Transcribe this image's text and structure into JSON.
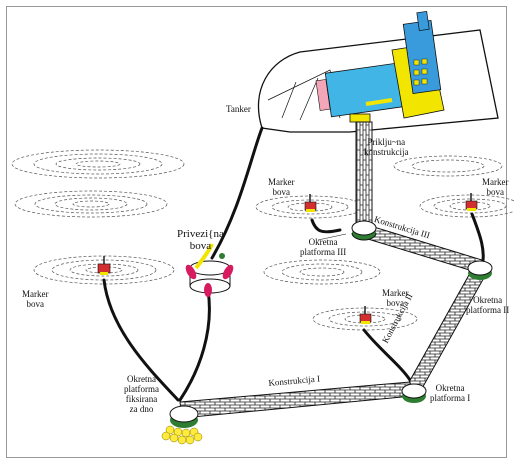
{
  "labels": {
    "tanker": "Tanker",
    "prikljucna": "Priklju~na\nkonstrukcija",
    "marker_bova_1": "Marker\nbova",
    "marker_bova_2": "Marker\nbova",
    "marker_bova_3": "Marker\nbova",
    "marker_bova_4": "Marker\nbova",
    "privezna_bova": "Privezi{na\nbova",
    "okretna_platforma_iii": "Okretna\nplatforma III",
    "okretna_platforma_ii": "Okretna\nplatforma II",
    "okretna_platforma_i": "Okretna\nplatforma I",
    "okretna_platforma_fiksirana": "Okretna\nplatforma\nfiksirana\nza dno",
    "konstrukcija_i": "Konstrukcija I",
    "konstrukcija_ii": "Konstrukcija II",
    "konstrukcija_iii": "Konstrukcija III"
  },
  "colors": {
    "hull": "#ffffff",
    "deck_blue": "#41b6e6",
    "superstructure_blue": "#3a9bdc",
    "yellow": "#f2e600",
    "pink": "#f4a6b8",
    "magenta": "#d81b60",
    "marker_red": "#d32f2f",
    "green": "#2e7d32",
    "anchor_yellow": "#ffeb3b",
    "line": "#111111"
  }
}
